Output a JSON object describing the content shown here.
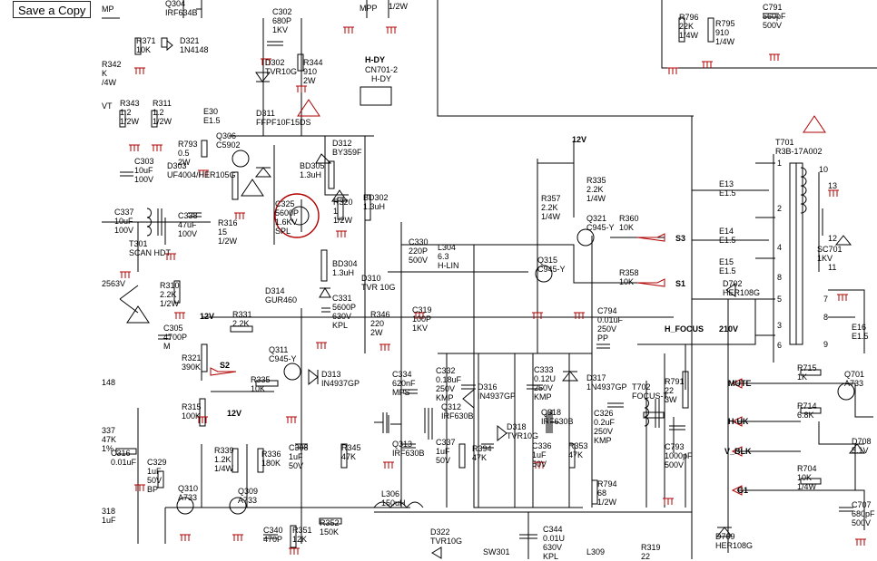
{
  "toolbar": {
    "save_label": "Save a Copy"
  },
  "nets": [
    "H-DY",
    "CN701-2",
    "H-DY",
    "12V",
    "12V",
    "12V",
    "S2",
    "S3",
    "S1",
    "H_FOCUS",
    "MUTE",
    "H-UK",
    "V_BLK",
    "G1",
    "210V",
    "MP",
    "MPP"
  ],
  "components": [
    {
      "id": "c302",
      "lines": [
        "C302",
        "680P",
        "1KV"
      ]
    },
    {
      "id": "r344",
      "lines": [
        "R344",
        "910",
        "2W"
      ]
    },
    {
      "id": "d302",
      "lines": [
        "D302",
        "TVR10G"
      ]
    },
    {
      "id": "q304",
      "lines": [
        "Q304",
        "IRF634B"
      ]
    },
    {
      "id": "r371",
      "lines": [
        "R371",
        "10K"
      ]
    },
    {
      "id": "d321",
      "lines": [
        "D321",
        "1N4148"
      ]
    },
    {
      "id": "r342",
      "lines": [
        "R342",
        "K",
        "/4W"
      ]
    },
    {
      "id": "r343",
      "lines": [
        "R343",
        "1.2",
        "1/2W"
      ]
    },
    {
      "id": "r311",
      "lines": [
        "R311",
        "1.2",
        "1/2W"
      ]
    },
    {
      "id": "e30",
      "lines": [
        "E30",
        "E1.5"
      ]
    },
    {
      "id": "d311",
      "lines": [
        "D311",
        "FFPF10F15DS"
      ]
    },
    {
      "id": "q306",
      "lines": [
        "Q306",
        "C5902"
      ]
    },
    {
      "id": "r793",
      "lines": [
        "R793",
        "0.5",
        "2W"
      ]
    },
    {
      "id": "d303",
      "lines": [
        "D303",
        "UF4004/HER105G"
      ]
    },
    {
      "id": "c303",
      "lines": [
        "C303",
        "10uF",
        "100V"
      ]
    },
    {
      "id": "d312",
      "lines": [
        "D312",
        "BY359F"
      ]
    },
    {
      "id": "bd305",
      "lines": [
        "BD305",
        "1.3uH"
      ]
    },
    {
      "id": "c325",
      "lines": [
        "C325",
        "5600P",
        "1.6KV",
        "SPL"
      ]
    },
    {
      "id": "r320",
      "lines": [
        "R320",
        "1",
        "1/2W"
      ]
    },
    {
      "id": "bd302",
      "lines": [
        "BD302",
        "1.3uH"
      ]
    },
    {
      "id": "r316",
      "lines": [
        "R316",
        "15",
        "1/2W"
      ]
    },
    {
      "id": "c337",
      "lines": [
        "C337",
        "10uF",
        "100V"
      ]
    },
    {
      "id": "c338",
      "lines": [
        "C338",
        "47uF",
        "100V"
      ]
    },
    {
      "id": "t301",
      "lines": [
        "T301",
        "SCAN HDT"
      ]
    },
    {
      "id": "r310",
      "lines": [
        "R310",
        "2.2K",
        "1/2W"
      ]
    },
    {
      "id": "q2563",
      "lines": [
        "2563V"
      ]
    },
    {
      "id": "bd304",
      "lines": [
        "BD304",
        "1.3uH"
      ]
    },
    {
      "id": "d314",
      "lines": [
        "D314",
        "GUR460"
      ]
    },
    {
      "id": "c331",
      "lines": [
        "C331",
        "5600P",
        "630V",
        "KPL"
      ]
    },
    {
      "id": "c330",
      "lines": [
        "C330",
        "220P",
        "500V"
      ]
    },
    {
      "id": "l304",
      "lines": [
        "L304",
        "6.3",
        "H-LIN"
      ]
    },
    {
      "id": "d310",
      "lines": [
        "D310",
        "TVR 10G"
      ]
    },
    {
      "id": "c319",
      "lines": [
        "C319",
        "100P",
        "1KV"
      ]
    },
    {
      "id": "r346",
      "lines": [
        "R346",
        "220",
        "2W"
      ]
    },
    {
      "id": "r335",
      "lines": [
        "R335",
        "2.2K",
        "1/4W"
      ]
    },
    {
      "id": "r357",
      "lines": [
        "R357",
        "2.2K",
        "1/4W"
      ]
    },
    {
      "id": "q321",
      "lines": [
        "Q321",
        "C945-Y"
      ]
    },
    {
      "id": "r360",
      "lines": [
        "R360",
        "10K"
      ]
    },
    {
      "id": "q315",
      "lines": [
        "Q315",
        "C945-Y"
      ]
    },
    {
      "id": "r358",
      "lines": [
        "R358",
        "10K"
      ]
    },
    {
      "id": "c305",
      "lines": [
        "C305",
        "4700P",
        "M"
      ]
    },
    {
      "id": "r321",
      "lines": [
        "R321",
        "390K"
      ]
    },
    {
      "id": "r331",
      "lines": [
        "R331",
        "2.2K"
      ]
    },
    {
      "id": "q311",
      "lines": [
        "Q311",
        "C945-Y"
      ]
    },
    {
      "id": "r335b",
      "lines": [
        "R335",
        "10K"
      ]
    },
    {
      "id": "d313",
      "lines": [
        "D313",
        "IN4937GP"
      ]
    },
    {
      "id": "c334",
      "lines": [
        "C334",
        "620nF",
        "MPS"
      ]
    },
    {
      "id": "c332",
      "lines": [
        "C332",
        "0.18uF",
        "250V",
        "KMP"
      ]
    },
    {
      "id": "d316",
      "lines": [
        "D316",
        "IN4937GP"
      ]
    },
    {
      "id": "c333",
      "lines": [
        "C333",
        "0.12U",
        "250V",
        "KMP"
      ]
    },
    {
      "id": "d317",
      "lines": [
        "D317",
        "1N4937GP"
      ]
    },
    {
      "id": "c794",
      "lines": [
        "C794",
        "0.01uF",
        "250V",
        "PP"
      ]
    },
    {
      "id": "r315",
      "lines": [
        "R315",
        "100K"
      ]
    },
    {
      "id": "q312",
      "lines": [
        "Q312",
        "IRF630B"
      ]
    },
    {
      "id": "q318",
      "lines": [
        "Q318",
        "IRF630B"
      ]
    },
    {
      "id": "c326",
      "lines": [
        "C326",
        "0.2uF",
        "250V",
        "KMP"
      ]
    },
    {
      "id": "t702",
      "lines": [
        "T702",
        "FOCUS-T"
      ]
    },
    {
      "id": "r791",
      "lines": [
        "R791",
        "22",
        "3W"
      ]
    },
    {
      "id": "c316",
      "lines": [
        "C316",
        "0.01uF"
      ]
    },
    {
      "id": "c329",
      "lines": [
        "C329",
        "1uF",
        "50V",
        "BP"
      ]
    },
    {
      "id": "r339",
      "lines": [
        "R339",
        "1.2K",
        "1/4W"
      ]
    },
    {
      "id": "r336",
      "lines": [
        "R336",
        "180K"
      ]
    },
    {
      "id": "c308",
      "lines": [
        "C308",
        "1uF",
        "50V"
      ]
    },
    {
      "id": "r345",
      "lines": [
        "R345",
        "47K"
      ]
    },
    {
      "id": "q313",
      "lines": [
        "Q313",
        "IRF630B"
      ]
    },
    {
      "id": "c337b",
      "lines": [
        "C337",
        "1uF",
        "50V"
      ]
    },
    {
      "id": "r394",
      "lines": [
        "R394",
        "47K"
      ]
    },
    {
      "id": "d318",
      "lines": [
        "D318",
        "TVR10G"
      ]
    },
    {
      "id": "c336",
      "lines": [
        "C336",
        "1uF",
        "50V"
      ]
    },
    {
      "id": "r353",
      "lines": [
        "R353",
        "47K"
      ]
    },
    {
      "id": "c793",
      "lines": [
        "C793",
        "1000pF",
        "500V"
      ]
    },
    {
      "id": "r794",
      "lines": [
        "R794",
        "68",
        "1/2W"
      ]
    },
    {
      "id": "q310",
      "lines": [
        "Q310",
        "A733"
      ]
    },
    {
      "id": "q309",
      "lines": [
        "Q309",
        "A733"
      ]
    },
    {
      "id": "l306",
      "lines": [
        "L306",
        "150uH"
      ]
    },
    {
      "id": "c340",
      "lines": [
        "C340",
        "470P"
      ]
    },
    {
      "id": "r351",
      "lines": [
        "R351",
        "12K"
      ]
    },
    {
      "id": "r352",
      "lines": [
        "R352",
        "150K"
      ]
    },
    {
      "id": "d322",
      "lines": [
        "D322",
        "TVR10G"
      ]
    },
    {
      "id": "c344",
      "lines": [
        "C344",
        "0.01U",
        "630V",
        "KPL"
      ]
    },
    {
      "id": "sw301",
      "lines": [
        "SW301"
      ]
    },
    {
      "id": "l309",
      "lines": [
        "L309"
      ]
    },
    {
      "id": "r319",
      "lines": [
        "R319",
        "22"
      ]
    },
    {
      "id": "r337",
      "lines": [
        "337",
        "47K",
        "1%"
      ]
    },
    {
      "id": "r318",
      "lines": [
        "318",
        "1uF"
      ]
    },
    {
      "id": "r796",
      "lines": [
        "R796",
        "22K",
        "1/4W"
      ]
    },
    {
      "id": "r795",
      "lines": [
        "R795",
        "910",
        "1/4W"
      ]
    },
    {
      "id": "c791",
      "lines": [
        "C791",
        "560pF",
        "500V"
      ]
    },
    {
      "id": "t701",
      "lines": [
        "T701",
        "R3B-17A002"
      ]
    },
    {
      "id": "e13",
      "lines": [
        "E13",
        "E1.5"
      ]
    },
    {
      "id": "e14",
      "lines": [
        "E14",
        "E1.5"
      ]
    },
    {
      "id": "e15",
      "lines": [
        "E15",
        "E1.5"
      ]
    },
    {
      "id": "d702",
      "lines": [
        "D702",
        "HER108G"
      ]
    },
    {
      "id": "sc701",
      "lines": [
        "SC701",
        "1KV"
      ]
    },
    {
      "id": "e16",
      "lines": [
        "E16",
        "E1.5"
      ]
    },
    {
      "id": "r715",
      "lines": [
        "R715",
        "1K"
      ]
    },
    {
      "id": "q701",
      "lines": [
        "Q701",
        "A733"
      ]
    },
    {
      "id": "r714",
      "lines": [
        "R714",
        "6.8K"
      ]
    },
    {
      "id": "d708",
      "lines": [
        "D708",
        "5.1V"
      ]
    },
    {
      "id": "r704",
      "lines": [
        "R704",
        "10K",
        "1/4W"
      ]
    },
    {
      "id": "c707",
      "lines": [
        "C707",
        "680pF",
        "500V"
      ]
    },
    {
      "id": "d709",
      "lines": [
        "D709",
        "HER108G"
      ]
    },
    {
      "id": "vt",
      "lines": [
        "VT"
      ]
    },
    {
      "id": "n12v",
      "lines": [
        "1/2W"
      ]
    },
    {
      "id": "n148",
      "lines": [
        "148"
      ]
    }
  ],
  "pins": [
    "1",
    "2",
    "4",
    "8",
    "5",
    "3",
    "6",
    "13",
    "12",
    "11",
    "7",
    "8",
    "9",
    "10",
    "1",
    "2",
    "3",
    "4",
    "5",
    "6",
    "7",
    "8"
  ]
}
